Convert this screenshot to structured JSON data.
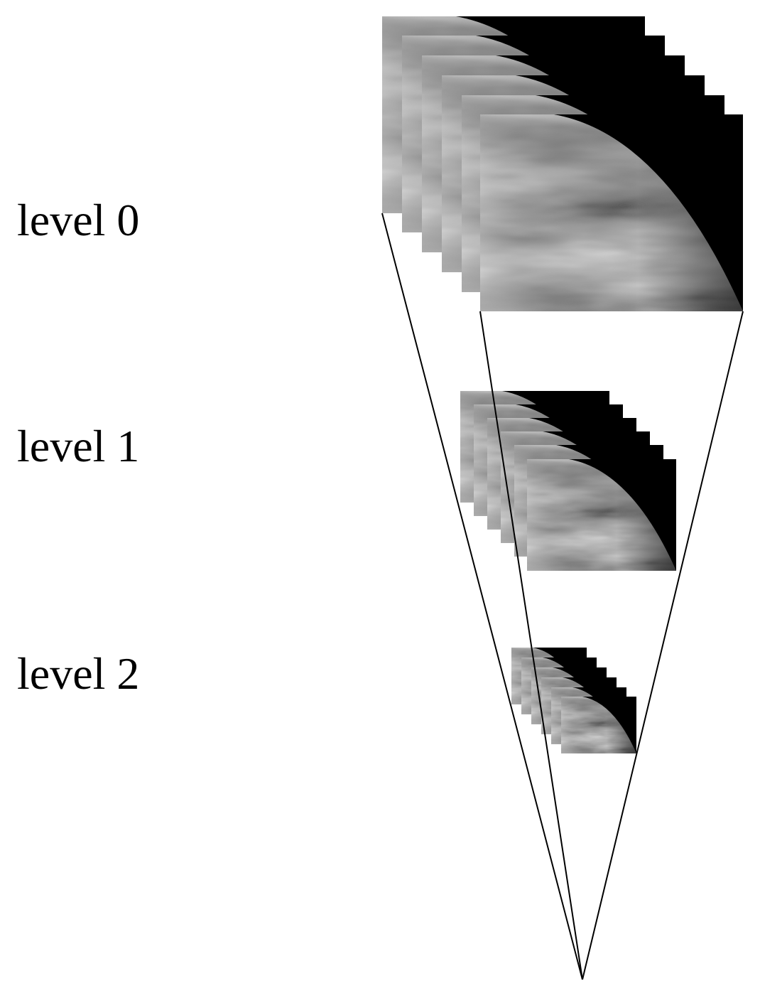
{
  "levels": [
    {
      "label": "level 0"
    },
    {
      "label": "level 1"
    },
    {
      "label": "level 2"
    }
  ],
  "colors": {
    "background": "#ffffff",
    "line": "#000000",
    "space": "#000000"
  },
  "image_content": "grayscale satellite view of planet limb with cloud bands",
  "frames_per_level": 6
}
